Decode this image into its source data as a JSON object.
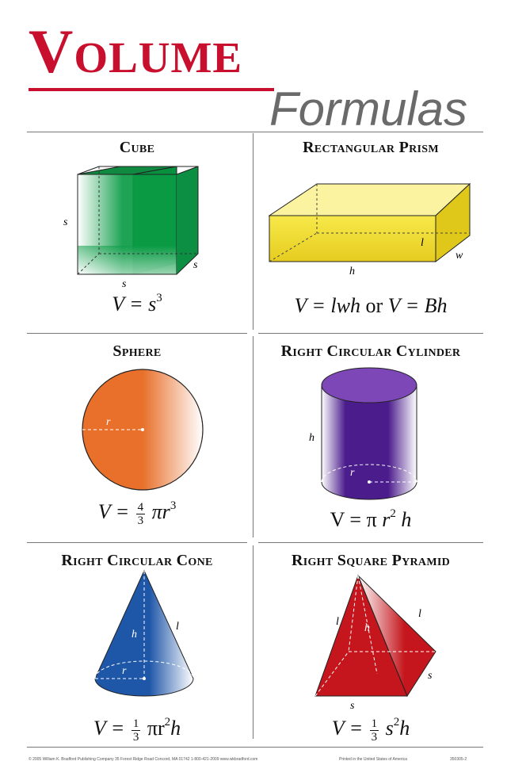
{
  "header": {
    "title": "Volume",
    "subtitle": "Formulas"
  },
  "sections": {
    "cube": {
      "title": "Cube",
      "labels": {
        "side_left": "s",
        "side_bottom": "s",
        "side_right": "s"
      },
      "formula": {
        "lhs": "V = s",
        "exp": "3"
      }
    },
    "rect_prism": {
      "title": "Rectangular Prism",
      "labels": {
        "l": "l",
        "w": "w",
        "h": "h"
      },
      "formula": {
        "lhs": "V = lwh",
        "or": "or",
        "rhs": "V = Bh"
      }
    },
    "sphere": {
      "title": "Sphere",
      "labels": {
        "r": "r"
      },
      "formula": {
        "lhs": "V =",
        "num": "4",
        "den": "3",
        "rest": "πr",
        "exp": "3"
      }
    },
    "cylinder": {
      "title": "Right Circular Cylinder",
      "labels": {
        "h": "h",
        "r": "r"
      },
      "formula": {
        "lhs": "V = π",
        "exp": "2",
        "rest": "h",
        "r": "r"
      }
    },
    "cone": {
      "title": "Right Circular Cone",
      "labels": {
        "h": "h",
        "l": "l",
        "r": "r"
      },
      "formula": {
        "lhs": "V =",
        "num": "1",
        "den": "3",
        "rest": "πr",
        "exp": "2",
        "tail": "h"
      }
    },
    "pyramid": {
      "title": "Right Square Pyramid",
      "labels": {
        "l_left": "l",
        "h": "h",
        "l_right": "l",
        "s_right": "s",
        "s_bottom": "s"
      },
      "formula": {
        "lhs": "V =",
        "num": "1",
        "den": "3",
        "rest": "s",
        "exp": "2",
        "tail": "h"
      }
    }
  },
  "footer": {
    "publisher": "© 2005 William K. Bradford Publishing Company   35 Forest Ridge Road   Concord, MA 01742   1-800-421-2009   www.wkbradford.com",
    "printed": "Printed in the United States of America",
    "code": "350305-2"
  },
  "colors": {
    "title_red": "#c8102e",
    "subtitle_gray": "#6a6a6a",
    "cube": "#0a9b45",
    "prism": "#f2e12d",
    "sphere": "#e8702a",
    "cylinder": "#4b1c8c",
    "cone": "#1e56a8",
    "pyramid": "#c4161c"
  }
}
